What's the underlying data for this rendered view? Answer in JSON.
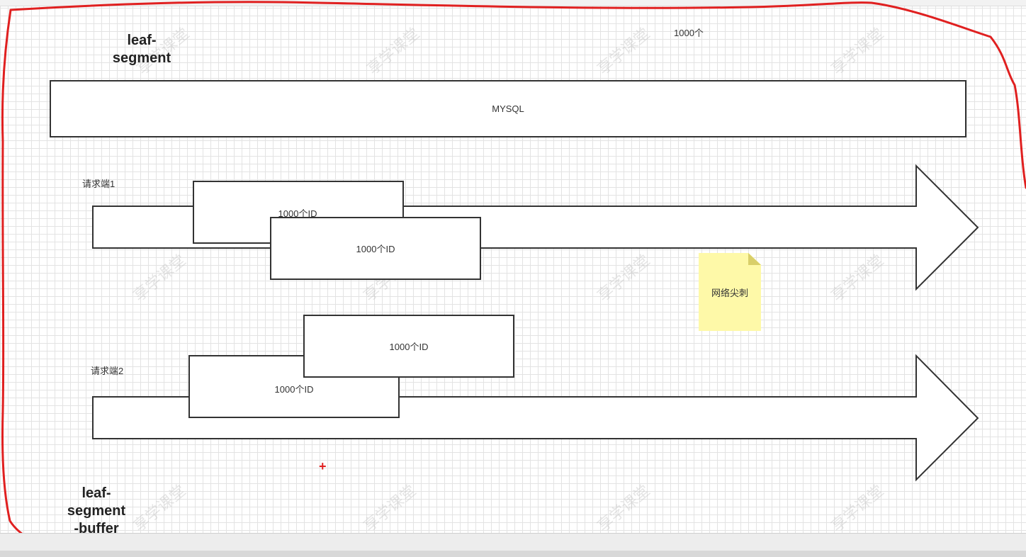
{
  "diagram": {
    "title_top": "leaf-\nsegment",
    "title_bottom": "leaf-\nsegment\n-buffer",
    "top_count_label": "1000个",
    "db_label": "MYSQL",
    "client1_label": "请求端1",
    "client2_label": "请求端2",
    "id_block_label": "1000个ID",
    "note_label": "网络尖刺",
    "watermark_text": "享学课堂"
  },
  "colors": {
    "annotation_red": "#e02020",
    "note_yellow": "#fef9a8",
    "stroke": "#333333"
  }
}
